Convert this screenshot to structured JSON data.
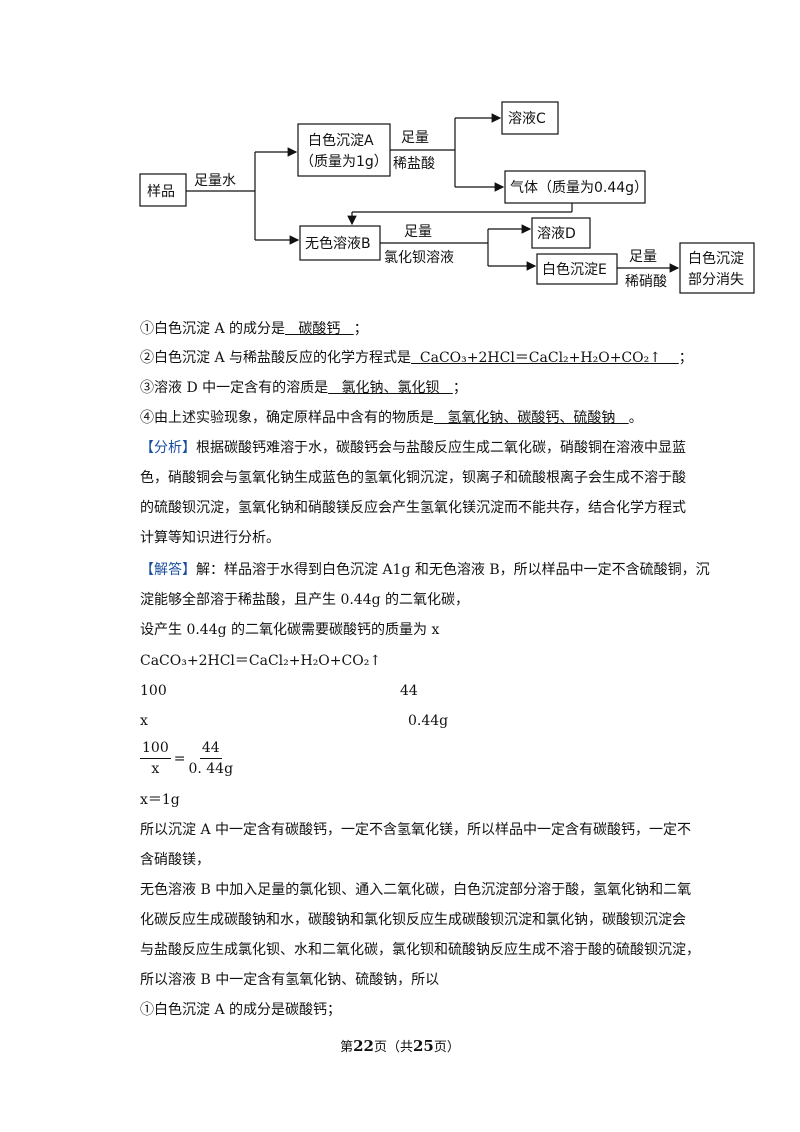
{
  "diagram": {
    "sample": "样品",
    "water": "足量水",
    "precipA_l1": "白色沉淀A",
    "precipA_l2": "（质量为1g）",
    "foot1": "足量",
    "acid1": "稀盐酸",
    "solutionC": "溶液C",
    "gas": "气体（质量为0.44g）",
    "solutionB": "无色溶液B",
    "foot2": "足量",
    "bacl2": "氯化钡溶液",
    "solutionD": "溶液D",
    "precipE": "白色沉淀E",
    "foot3": "足量",
    "acid2": "稀硝酸",
    "result_l1": "白色沉淀",
    "result_l2": "部分消失"
  },
  "q1": {
    "pre": "①白色沉淀 A 的成分是",
    "ans": "   碳酸钙   ",
    "post": "；"
  },
  "q2": {
    "pre": "②白色沉淀 A 与稀盐酸反应的化学方程式是",
    "ans": "  CaCO₃+2HCl＝CaCl₂+H₂O+CO₂↑    ",
    "post": "；"
  },
  "q3": {
    "pre": "③溶液 D 中一定含有的溶质是",
    "ans": "   氯化钠、氯化钡   ",
    "post": "；"
  },
  "q4": {
    "pre": "④由上述实验现象，确定原样品中含有的物质是",
    "ans": "   氢氧化钠、碳酸钙、硫酸钠   ",
    "post": "。"
  },
  "analysis": {
    "tag": "【分析】",
    "l1": "根据碳酸钙难溶于水，碳酸钙会与盐酸反应生成二氧化碳，硝酸铜在溶液中显蓝",
    "l2": "色，硝酸铜会与氢氧化钠生成蓝色的氢氧化铜沉淀，钡离子和硫酸根离子会生成不溶于酸",
    "l3": "的硫酸钡沉淀，氢氧化钠和硝酸镁反应会产生氢氧化镁沉淀而不能共存，结合化学方程式",
    "l4": "计算等知识进行分析。"
  },
  "solution": {
    "tag": "【解答】",
    "l1": "解：样品溶于水得到白色沉淀 A1g 和无色溶液 B，所以样品中一定不含硫酸铜，沉",
    "l2": "淀能够全部溶于稀盐酸，且产生 0.44g 的二氧化碳，",
    "l3": "设产生 0.44g 的二氧化碳需要碳酸钙的质量为 x",
    "eq": "CaCO₃+2HCl＝CaCl₂+H₂O+CO₂↑",
    "m1": "100",
    "m2": "44",
    "v1": "x",
    "v2": "0.44g",
    "frac_n1": "100",
    "frac_d1": "x",
    "frac_eq": "=",
    "frac_n2": "44",
    "frac_d2": "0. 44g",
    "result": "x＝1g",
    "l4": "所以沉淀 A 中一定含有碳酸钙，一定不含氢氧化镁，所以样品中一定含有碳酸钙，一定不",
    "l5": "含硝酸镁，",
    "l6": "无色溶液 B 中加入足量的氯化钡、通入二氧化碳，白色沉淀部分溶于酸，氢氧化钠和二氧",
    "l7": "化碳反应生成碳酸钠和水，碳酸钠和氯化钡反应生成碳酸钡沉淀和氯化钠，碳酸钡沉淀会",
    "l8": "与盐酸反应生成氯化钡、水和二氧化碳，氯化钡和硫酸钠反应生成不溶于酸的硫酸钡沉淀，",
    "l9": "所以溶液 B 中一定含有氢氧化钠、硫酸钠，所以",
    "l10": "①白色沉淀 A 的成分是碳酸钙；"
  },
  "footer": {
    "pre": "第",
    "cur": "22",
    "mid": "页（共",
    "total": "25",
    "post": "页）"
  }
}
